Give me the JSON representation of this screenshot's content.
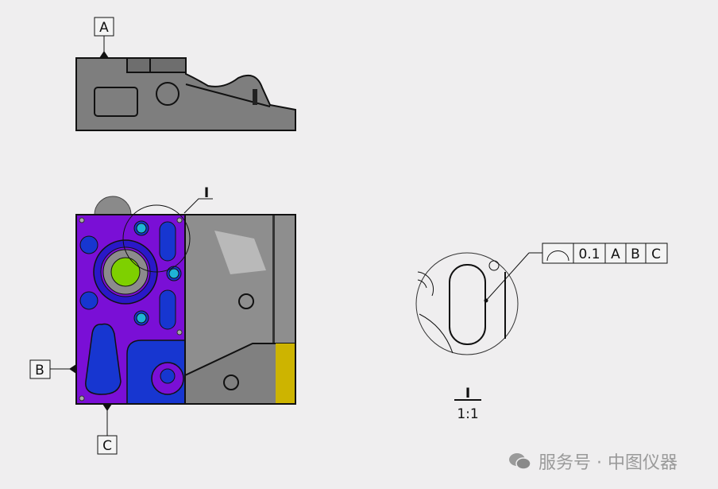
{
  "datums": {
    "a": "A",
    "b": "B",
    "c": "C"
  },
  "detail": {
    "label": "I",
    "scale": "1:1"
  },
  "fcf": {
    "symbol": "profile-of-surface",
    "tolerance": "0.1",
    "datum1": "A",
    "datum2": "B",
    "datum3": "C"
  },
  "watermark": {
    "text": "服务号 · 中图仪器",
    "icon": "wechat-icon"
  },
  "colors": {
    "background": "#efeeef",
    "part_gray": "#7d7d7d",
    "purple": "#7a0fd6",
    "blue": "#1736d0",
    "cyan": "#1fb3d6",
    "green": "#7ed000",
    "yellow": "#cdb400"
  }
}
